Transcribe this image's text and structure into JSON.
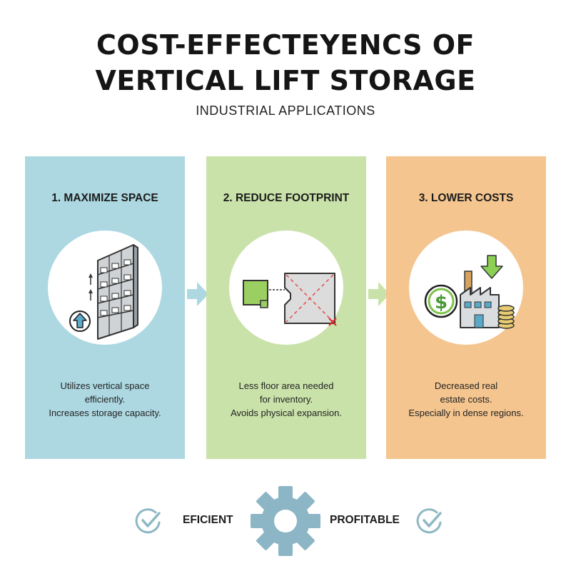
{
  "header": {
    "title_line1": "COST-EFFECTEYENCS OF",
    "title_line2": "VERTICAL LIFT STORAGE",
    "subtitle": "INDUSTRIAL APPLICATIONS"
  },
  "steps": [
    {
      "heading": "1. MAXIMIZE SPACE",
      "icon": "vertical-storage-rack-icon",
      "lines": [
        "Utilizes vertical space",
        "efficiently.",
        "Increases storage capacity."
      ],
      "color": "#add8e2"
    },
    {
      "heading": "2. REDUCE FOOTPRINT",
      "icon": "floor-area-reduction-icon",
      "lines": [
        "Less floor area needed",
        "for inventory.",
        "Avoids physical expansion."
      ],
      "color": "#c9e2a9"
    },
    {
      "heading": "3. LOWER COSTS",
      "icon": "cost-savings-factory-icon",
      "lines": [
        "Decreased real",
        "estate costs.",
        "Especially in dense regions."
      ],
      "color": "#f4c58f"
    }
  ],
  "footer": {
    "left_label": "EFICIENT",
    "right_label": "PROFITABLE",
    "center_icon": "gear-icon",
    "side_icon": "check-circle-icon"
  },
  "colors": {
    "accent_blue": "#5aa9c9",
    "accent_green": "#7cc24a",
    "gear": "#8cb6c6",
    "check": "#8db8c4"
  }
}
